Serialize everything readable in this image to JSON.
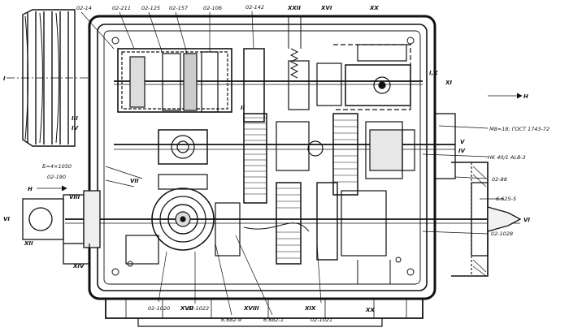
{
  "drawing": {
    "colors": {
      "ink": "#111111",
      "paper": "#ffffff",
      "hatch": "#333333"
    },
    "labels": {
      "l_02_14": "02-14",
      "l_02_211": "02-211",
      "l_02_125": "02-125",
      "l_02_157": "02-157",
      "l_02_106": "02-106",
      "l_02_top": "02-142",
      "l_XXII": "XXII",
      "l_XVI": "XVI",
      "l_XX_top": "XX",
      "l_I": "I",
      "l_LX": "I,X",
      "l_XI": "XI",
      "l_II": "II",
      "l_III": "III",
      "l_IV_left": "IV",
      "l_IV_right": "IV",
      "l_V": "V",
      "l_VI_left": "VI",
      "l_VI_right": "VI",
      "l_VII": "VII",
      "l_VIII": "VIII",
      "l_XII": "XII",
      "l_XIV": "XIV",
      "l_XVII": "XVII",
      "l_XVIII": "XVIII",
      "l_XIX": "XIX",
      "l_XX_bottom": "XX",
      "l_H_top": "H",
      "l_H_left": "H",
      "l_bearing": "Б=4×1050",
      "l_02_190": "02-190",
      "l_M18": "M8=18; ГОСТ 1743-72",
      "l_nk": "HK 40/1 ALB-3",
      "l_02_88": "02-88",
      "l_6025": "6.625-5",
      "l_02_1028": "02-1028",
      "l_02_1020": "02-1020",
      "l_02_1022": "02-1022",
      "l_6682_9": "6.682-9",
      "l_6682_1": "6.682-1",
      "l_02_1021": "02-1021"
    }
  }
}
